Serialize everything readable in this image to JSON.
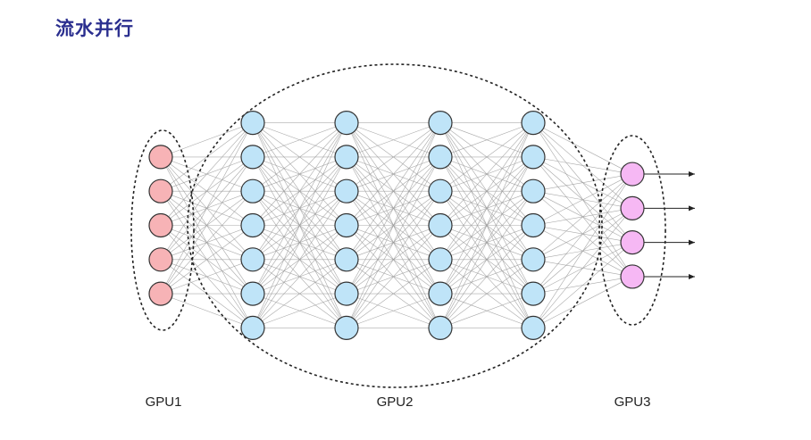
{
  "title": "流水并行",
  "layers": [
    5,
    7,
    7,
    7,
    7,
    4
  ],
  "colors": {
    "input_node": "#f7b3b6",
    "hidden_node": "#bfe4f8",
    "output_node": "#f6b8f4",
    "node_stroke": "#333333",
    "edge": "#9a9a9a",
    "group_outline": "#222222",
    "title": "#2b2f8f"
  },
  "groups": [
    {
      "id": "gpu1",
      "label": "GPU1",
      "layer_indices": [
        0
      ]
    },
    {
      "id": "gpu2",
      "label": "GPU2",
      "layer_indices": [
        1,
        2,
        3,
        4
      ]
    },
    {
      "id": "gpu3",
      "label": "GPU3",
      "layer_indices": [
        5
      ]
    }
  ],
  "output_arrows": true
}
